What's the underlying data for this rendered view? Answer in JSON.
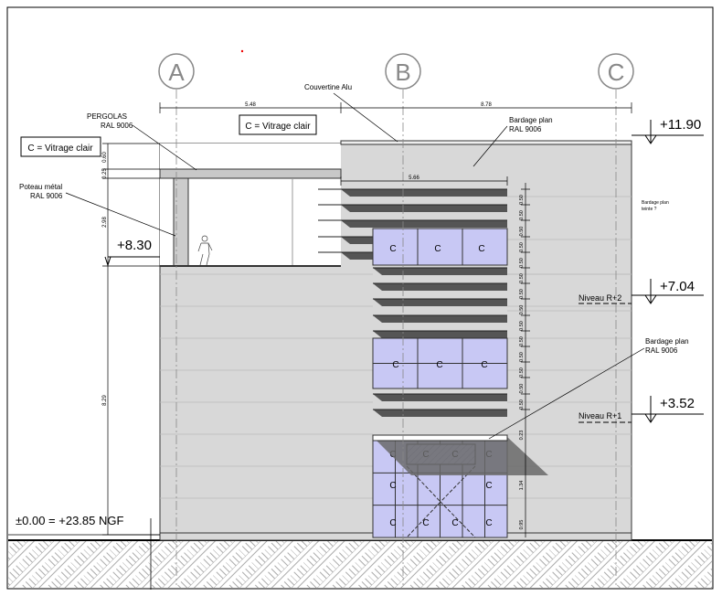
{
  "grid": {
    "A": "A",
    "B": "B",
    "C": "C"
  },
  "dims": {
    "ab": "5.48",
    "bc": "8.78",
    "louvers": "5.66"
  },
  "vdims": {
    "d060": "0.60",
    "d025": "0.25",
    "d298": "2.98",
    "d829": "8.29",
    "d023": "0.23",
    "d134": "1.34",
    "d095": "0.95",
    "louver_steps": [
      "0.50",
      "0.50",
      "0.50",
      "0.50",
      "0.50",
      "0.50",
      "0.50",
      "0.50",
      "0.50",
      "0.50",
      "0.50",
      "0.50",
      "0.50",
      "0.50",
      "0.50"
    ]
  },
  "labels": {
    "couvertine": "Couvertine  Alu",
    "pergolas_1": "PERGOLAS",
    "pergolas_2": "RAL 9006",
    "vitrage_box": "C = Vitrage clair",
    "vitrage_left": "C = Vitrage clair",
    "bardage1_1": "Bardage plan",
    "bardage1_2": "RAL 9006",
    "poteau_1": "Poteau métal",
    "poteau_2": "RAL 9006",
    "bardage_teinte_1": "Bardage plan",
    "bardage_teinte_2": "teinte ?",
    "bardage2_1": "Bardage plan",
    "bardage2_2": "RAL 9006",
    "niveau_r2": "Niveau R+2",
    "niveau_r1": "Niveau R+1",
    "ngf": "±0.00 = +23.85 NGF"
  },
  "levels": {
    "l1190": "+11.90",
    "l830": "+8.30",
    "l704": "+7.04",
    "l352": "+3.52"
  },
  "glass_mark": "C",
  "colors": {
    "wall": "#d8d8d8",
    "glass": "#c8c8f4",
    "louver": "#555555",
    "ground_hatch": "#b0b0b0"
  }
}
